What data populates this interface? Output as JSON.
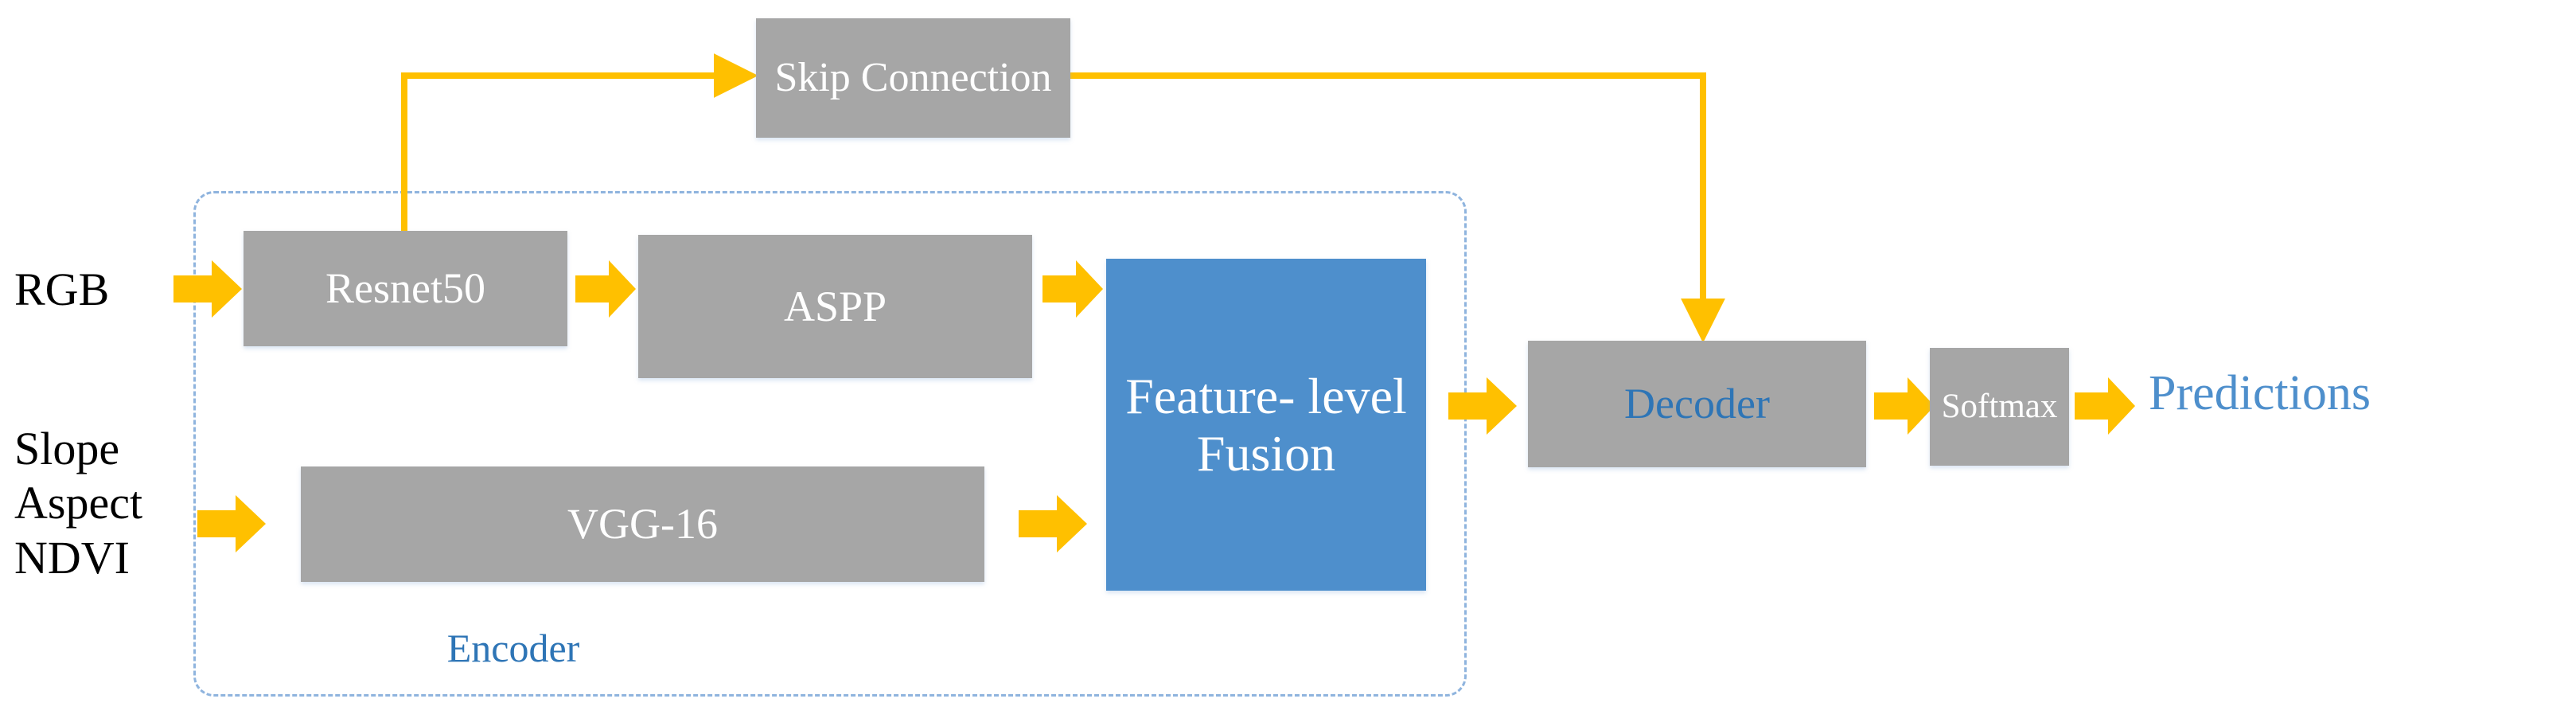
{
  "figure": {
    "type": "architecture-block-diagram",
    "background": "#ffffff",
    "colors": {
      "box_gray": "#A6A6A6",
      "box_blue": "#4E8FCC",
      "arrow_orange": "#FFC000",
      "dashed_border": "#8FB4DE",
      "accent_text_blue": "#2E75B6",
      "box_text_white": "#FFFFFF",
      "plain_text_black": "#000000"
    }
  },
  "inputs": [
    {
      "id": "rgb",
      "label": "RGB"
    },
    {
      "id": "terrain",
      "label": "Slope\nAspect\nNDVI"
    }
  ],
  "nodes": [
    {
      "id": "skip_connection",
      "label": "Skip\nConnection",
      "fill": "gray",
      "text_color": "white"
    },
    {
      "id": "resnet50",
      "label": "Resnet50",
      "fill": "gray",
      "text_color": "white"
    },
    {
      "id": "aspp",
      "label": "ASPP",
      "fill": "gray",
      "text_color": "white"
    },
    {
      "id": "feature_level_fusion",
      "label": "Feature-\nlevel\nFusion",
      "fill": "blue",
      "text_color": "white"
    },
    {
      "id": "vgg16",
      "label": "VGG-16",
      "fill": "gray",
      "text_color": "white"
    },
    {
      "id": "decoder",
      "label": "Decoder",
      "fill": "gray",
      "text_color": "blue"
    },
    {
      "id": "softmax",
      "label": "Softmax",
      "fill": "gray",
      "text_color": "white"
    }
  ],
  "outputs": [
    {
      "id": "predictions",
      "label": "Predictions"
    }
  ],
  "groups": [
    {
      "id": "encoder",
      "label": "Encoder",
      "style": "dashed-rounded-rect"
    }
  ],
  "arrows": [
    {
      "id": "rgb-to-resnet50",
      "kind": "block",
      "from": "rgb",
      "to": "resnet50"
    },
    {
      "id": "resnet50-to-aspp",
      "kind": "block",
      "from": "resnet50",
      "to": "aspp"
    },
    {
      "id": "aspp-to-fusion",
      "kind": "block",
      "from": "aspp",
      "to": "feature_level_fusion"
    },
    {
      "id": "terrain-to-vgg16",
      "kind": "block",
      "from": "terrain",
      "to": "vgg16"
    },
    {
      "id": "vgg16-to-fusion",
      "kind": "block",
      "from": "vgg16",
      "to": "feature_level_fusion"
    },
    {
      "id": "fusion-to-decoder",
      "kind": "block",
      "from": "feature_level_fusion",
      "to": "decoder"
    },
    {
      "id": "decoder-to-softmax",
      "kind": "block",
      "from": "decoder",
      "to": "softmax"
    },
    {
      "id": "softmax-to-predictions",
      "kind": "block",
      "from": "softmax",
      "to": "predictions"
    },
    {
      "id": "resnet50-to-skip-connection",
      "kind": "line",
      "from": "resnet50",
      "to": "skip_connection"
    },
    {
      "id": "skip-connection-to-decoder",
      "kind": "line",
      "from": "skip_connection",
      "to": "decoder"
    }
  ]
}
